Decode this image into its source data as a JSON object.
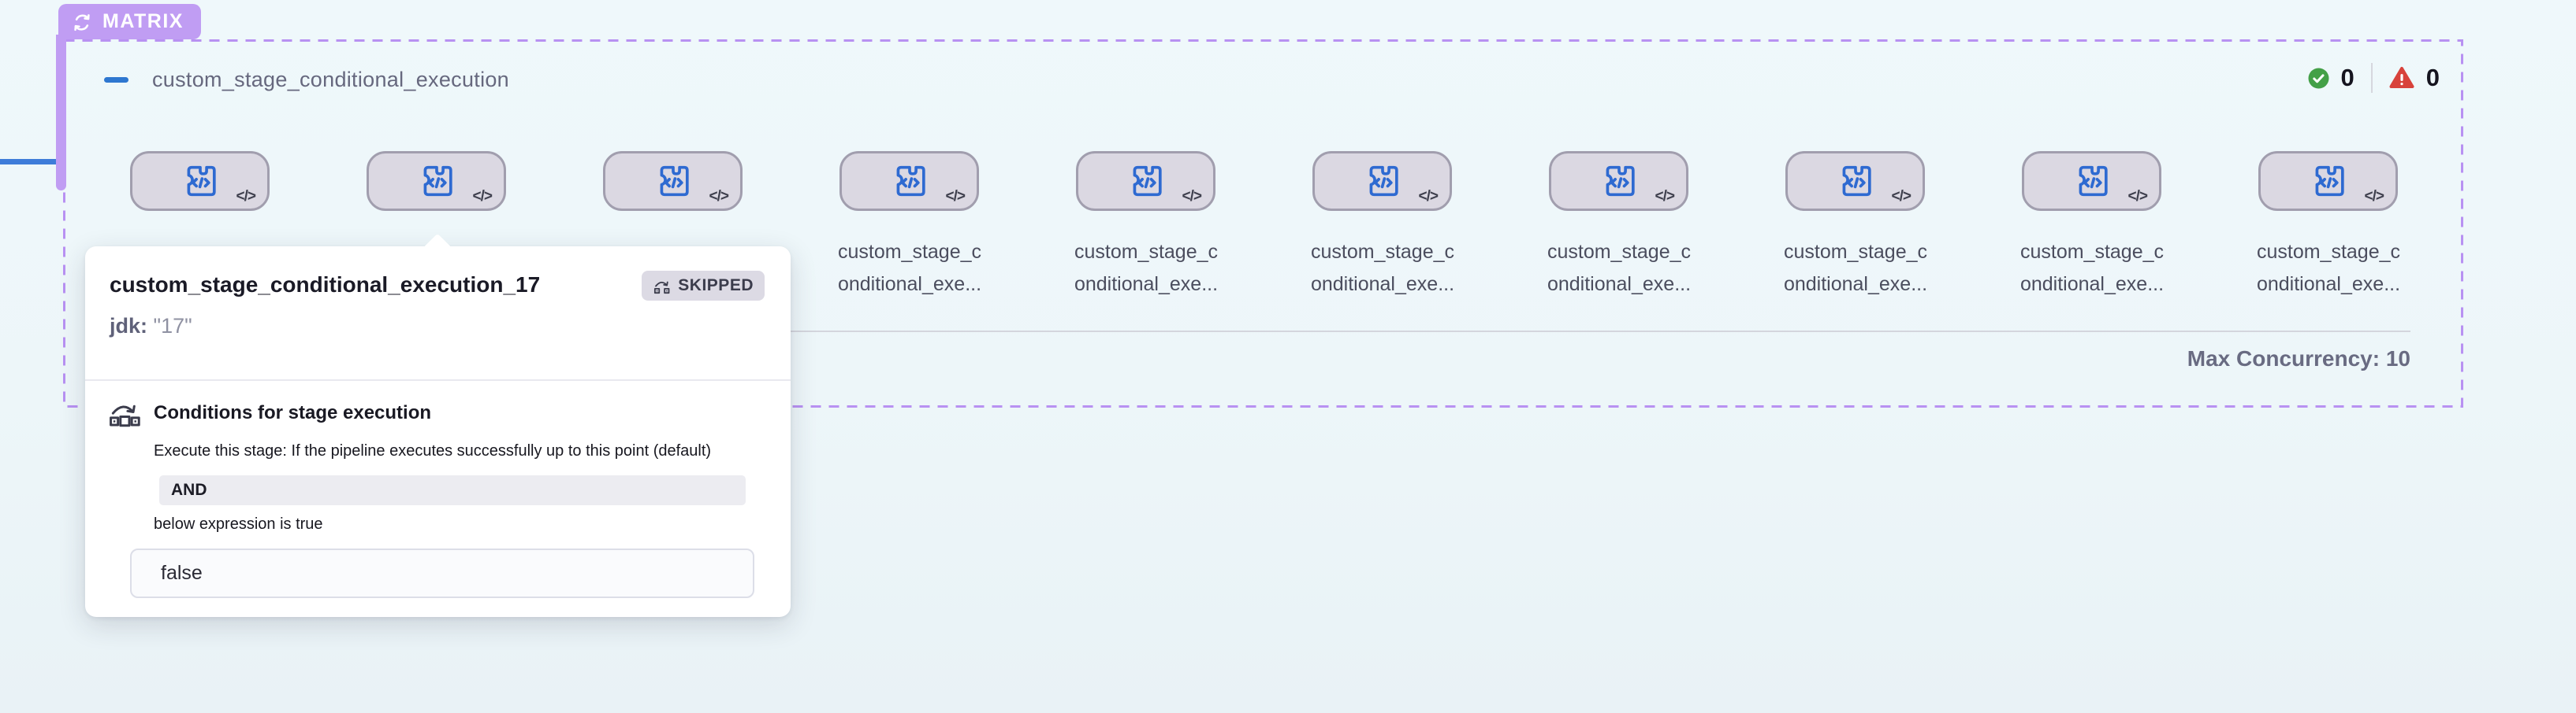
{
  "badge": {
    "label": "MATRIX"
  },
  "matrix": {
    "title": "custom_stage_conditional_execution",
    "success_count": "0",
    "failed_count": "0",
    "max_concurrency_label": "Max Concurrency: 10",
    "node_code_glyph": "</>",
    "stages": [
      {
        "label_lines": []
      },
      {
        "label_lines": []
      },
      {
        "label_lines": []
      },
      {
        "label_lines": [
          "custom_stage_c",
          "onditional_exe..."
        ]
      },
      {
        "label_lines": [
          "custom_stage_c",
          "onditional_exe..."
        ]
      },
      {
        "label_lines": [
          "custom_stage_c",
          "onditional_exe..."
        ]
      },
      {
        "label_lines": [
          "custom_stage_c",
          "onditional_exe..."
        ]
      },
      {
        "label_lines": [
          "custom_stage_c",
          "onditional_exe..."
        ]
      },
      {
        "label_lines": [
          "custom_stage_c",
          "onditional_exe..."
        ]
      },
      {
        "label_lines": [
          "custom_stage_c",
          "onditional_exe..."
        ]
      }
    ]
  },
  "tooltip": {
    "title": "custom_stage_conditional_execution_17",
    "status": "SKIPPED",
    "variable_label": "jdk:",
    "variable_value": "\"17\"",
    "conditions": {
      "heading": "Conditions for stage execution",
      "description": "Execute this stage: If the pipeline executes successfully up to this point (default)",
      "operator": "AND",
      "subtext": "below expression is true",
      "expression": "false"
    }
  },
  "colors": {
    "matrix_purple": "#c09df3",
    "dashed_border": "#b891f2",
    "node_icon_blue": "#2e6ad1",
    "success_green": "#43a047",
    "error_red": "#d8423b",
    "connector_blue": "#3e7cd9"
  }
}
